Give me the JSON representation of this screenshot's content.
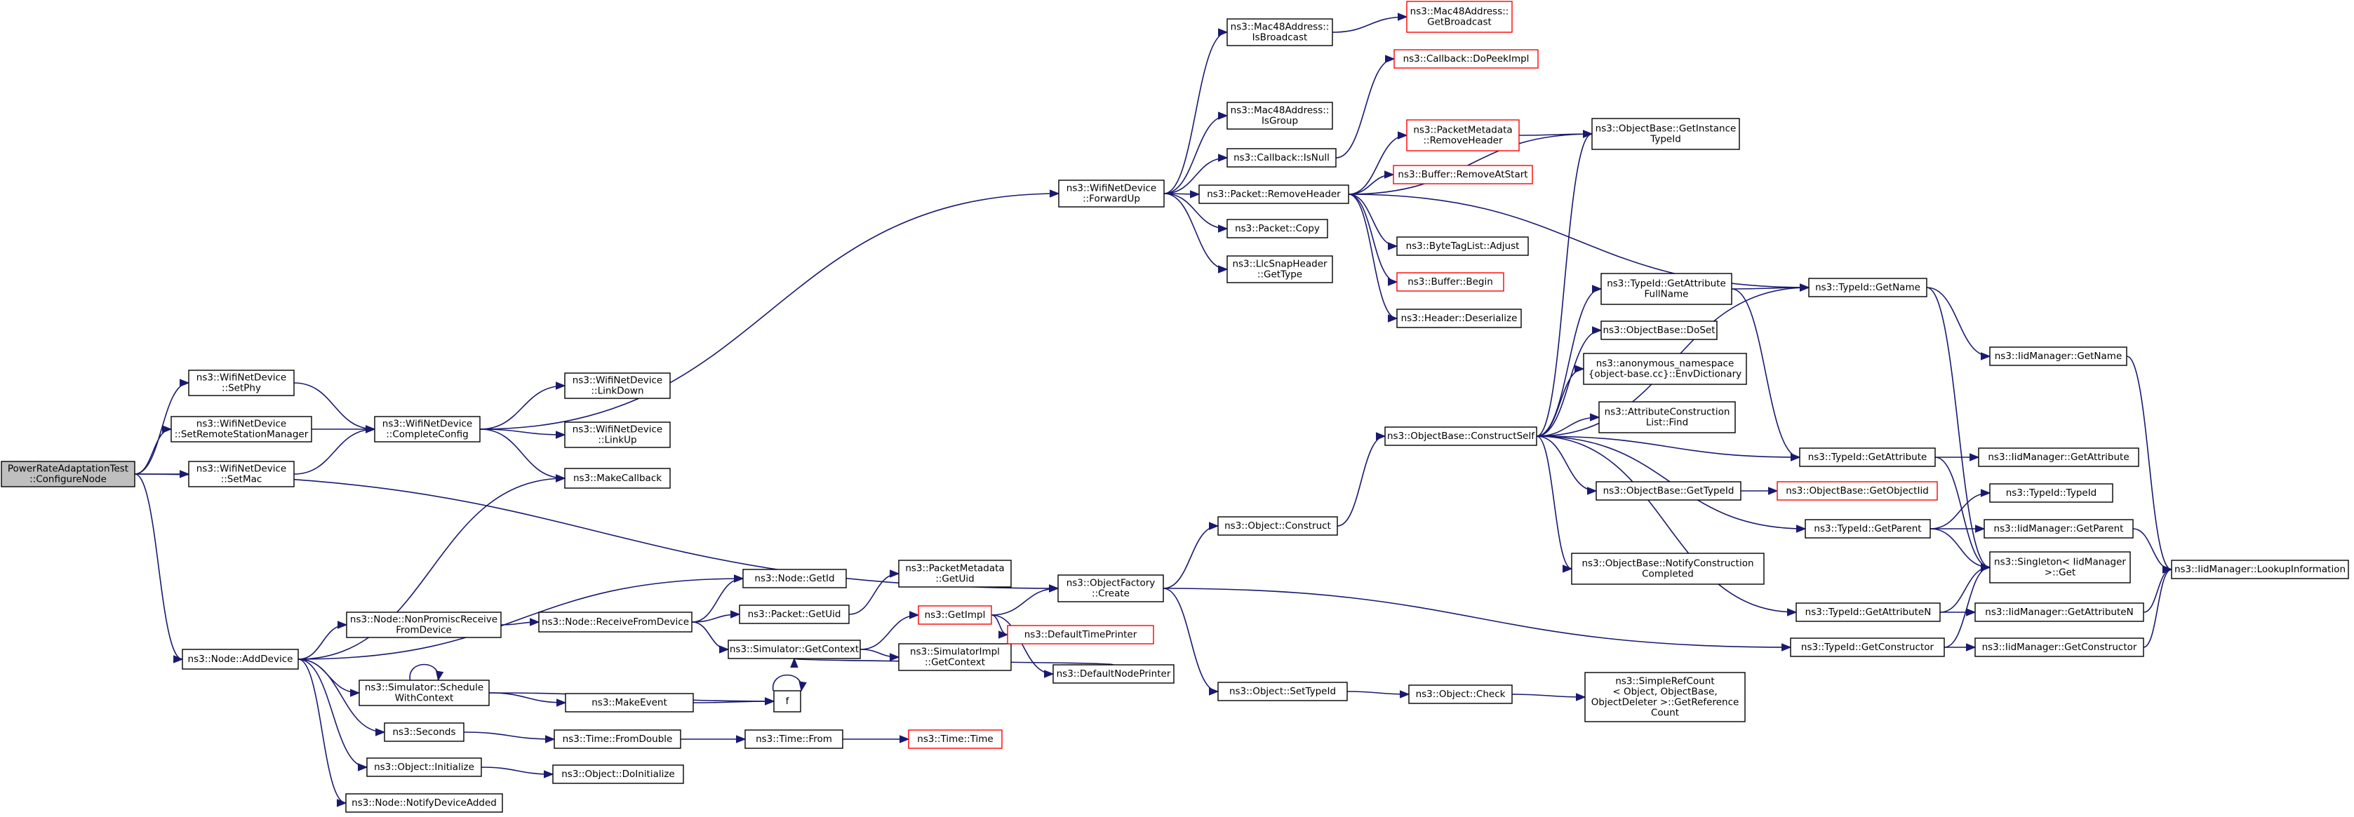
{
  "nodes": [
    {
      "id": "root",
      "lines": [
        "PowerRateAdaptationTest",
        "::ConfigureNode"
      ],
      "type": "root"
    },
    {
      "id": "setphy",
      "lines": [
        "ns3::WifiNetDevice",
        "::SetPhy"
      ]
    },
    {
      "id": "setrsm",
      "lines": [
        "ns3::WifiNetDevice",
        "::SetRemoteStationManager"
      ]
    },
    {
      "id": "setmac",
      "lines": [
        "ns3::WifiNetDevice",
        "::SetMac"
      ]
    },
    {
      "id": "complete",
      "lines": [
        "ns3::WifiNetDevice",
        "::CompleteConfig"
      ]
    },
    {
      "id": "linkdown",
      "lines": [
        "ns3::WifiNetDevice",
        "::LinkDown"
      ]
    },
    {
      "id": "linkup",
      "lines": [
        "ns3::WifiNetDevice",
        "::LinkUp"
      ]
    },
    {
      "id": "makecb",
      "lines": [
        "ns3::MakeCallback"
      ]
    },
    {
      "id": "adddevice",
      "lines": [
        "ns3::Node::AddDevice"
      ]
    },
    {
      "id": "nonprom",
      "lines": [
        "ns3::Node::NonPromiscReceive",
        "FromDevice"
      ]
    },
    {
      "id": "schedctx",
      "lines": [
        "ns3::Simulator::Schedule",
        "WithContext"
      ]
    },
    {
      "id": "seconds",
      "lines": [
        "ns3::Seconds"
      ]
    },
    {
      "id": "objinit",
      "lines": [
        "ns3::Object::Initialize"
      ]
    },
    {
      "id": "notifyadded",
      "lines": [
        "ns3::Node::NotifyDeviceAdded"
      ]
    },
    {
      "id": "recvfrom",
      "lines": [
        "ns3::Node::ReceiveFromDevice"
      ]
    },
    {
      "id": "getid",
      "lines": [
        "ns3::Node::GetId"
      ]
    },
    {
      "id": "pktgetuid",
      "lines": [
        "ns3::Packet::GetUid"
      ]
    },
    {
      "id": "simgetctx",
      "lines": [
        "ns3::Simulator::GetContext"
      ]
    },
    {
      "id": "makeevent",
      "lines": [
        "ns3::MakeEvent"
      ]
    },
    {
      "id": "f",
      "lines": [
        "f"
      ]
    },
    {
      "id": "fromdouble",
      "lines": [
        "ns3::Time::FromDouble"
      ]
    },
    {
      "id": "doinit",
      "lines": [
        "ns3::Object::DoInitialize"
      ]
    },
    {
      "id": "pmgetuid",
      "lines": [
        "ns3::PacketMetadata",
        "::GetUid"
      ]
    },
    {
      "id": "getimpl",
      "lines": [
        "ns3::GetImpl"
      ],
      "type": "red"
    },
    {
      "id": "simimplctx",
      "lines": [
        "ns3::SimulatorImpl",
        "::GetContext"
      ]
    },
    {
      "id": "timefrom",
      "lines": [
        "ns3::Time::From"
      ]
    },
    {
      "id": "deftime",
      "lines": [
        "ns3::DefaultTimePrinter"
      ],
      "type": "red"
    },
    {
      "id": "defnode",
      "lines": [
        "ns3::DefaultNodePrinter"
      ]
    },
    {
      "id": "timetime",
      "lines": [
        "ns3::Time::Time"
      ],
      "type": "red"
    },
    {
      "id": "forwardup",
      "lines": [
        "ns3::WifiNetDevice",
        "::ForwardUp"
      ]
    },
    {
      "id": "objfactory",
      "lines": [
        "ns3::ObjectFactory",
        "::Create"
      ]
    },
    {
      "id": "macisbc",
      "lines": [
        "ns3::Mac48Address::",
        "IsBroadcast"
      ]
    },
    {
      "id": "macisgroup",
      "lines": [
        "ns3::Mac48Address::",
        "IsGroup"
      ]
    },
    {
      "id": "cbisnull",
      "lines": [
        "ns3::Callback::IsNull"
      ]
    },
    {
      "id": "rmheader",
      "lines": [
        "ns3::Packet::RemoveHeader"
      ]
    },
    {
      "id": "pktcopy",
      "lines": [
        "ns3::Packet::Copy"
      ]
    },
    {
      "id": "llcgettype",
      "lines": [
        "ns3::LlcSnapHeader",
        "::GetType"
      ]
    },
    {
      "id": "objconstruct",
      "lines": [
        "ns3::Object::Construct"
      ]
    },
    {
      "id": "objsettypeid",
      "lines": [
        "ns3::Object::SetTypeId"
      ]
    },
    {
      "id": "macgetbc",
      "lines": [
        "ns3::Mac48Address::",
        "GetBroadcast"
      ],
      "type": "red"
    },
    {
      "id": "cbdopeek",
      "lines": [
        "ns3::Callback::DoPeekImpl"
      ],
      "type": "red"
    },
    {
      "id": "pmrmheader",
      "lines": [
        "ns3::PacketMetadata",
        "::RemoveHeader"
      ],
      "type": "red"
    },
    {
      "id": "bufrmstart",
      "lines": [
        "ns3::Buffer::RemoveAtStart"
      ],
      "type": "red"
    },
    {
      "id": "btladjust",
      "lines": [
        "ns3::ByteTagList::Adjust"
      ]
    },
    {
      "id": "bufbegin",
      "lines": [
        "ns3::Buffer::Begin"
      ],
      "type": "red"
    },
    {
      "id": "hdrdeser",
      "lines": [
        "ns3::Header::Deserialize"
      ]
    },
    {
      "id": "constructself",
      "lines": [
        "ns3::ObjectBase::ConstructSelf"
      ]
    },
    {
      "id": "objcheck",
      "lines": [
        "ns3::Object::Check"
      ]
    },
    {
      "id": "getinsttid",
      "lines": [
        "ns3::ObjectBase::GetInstance",
        "TypeId"
      ]
    },
    {
      "id": "tidgetattrfull",
      "lines": [
        "ns3::TypeId::GetAttribute",
        "FullName"
      ]
    },
    {
      "id": "obdoset",
      "lines": [
        "ns3::ObjectBase::DoSet"
      ]
    },
    {
      "id": "envdict",
      "lines": [
        "ns3::anonymous_namespace",
        "{object-base.cc}::EnvDictionary"
      ]
    },
    {
      "id": "acfind",
      "lines": [
        "ns3::AttributeConstruction",
        "List::Find"
      ]
    },
    {
      "id": "obgettid",
      "lines": [
        "ns3::ObjectBase::GetTypeId"
      ]
    },
    {
      "id": "obnotify",
      "lines": [
        "ns3::ObjectBase::NotifyConstruction",
        "Completed"
      ]
    },
    {
      "id": "simplerefcount",
      "lines": [
        "ns3::SimpleRefCount",
        "< Object, ObjectBase,",
        "ObjectDeleter >::GetReference",
        "Count"
      ]
    },
    {
      "id": "obgetobjtid",
      "lines": [
        "ns3::ObjectBase::GetObjectIid"
      ],
      "type": "red"
    },
    {
      "id": "tidgetname",
      "lines": [
        "ns3::TypeId::GetName"
      ]
    },
    {
      "id": "tidgetattr",
      "lines": [
        "ns3::TypeId::GetAttribute"
      ]
    },
    {
      "id": "tidgetparent",
      "lines": [
        "ns3::TypeId::GetParent"
      ]
    },
    {
      "id": "tidgetattrn",
      "lines": [
        "ns3::TypeId::GetAttributeN"
      ]
    },
    {
      "id": "tidgetctor",
      "lines": [
        "ns3::TypeId::GetConstructor"
      ]
    },
    {
      "id": "iidgetname",
      "lines": [
        "ns3::IidManager::GetName"
      ]
    },
    {
      "id": "iidgetattr",
      "lines": [
        "ns3::IidManager::GetAttribute"
      ]
    },
    {
      "id": "tidtypeid",
      "lines": [
        "ns3::TypeId::TypeId"
      ]
    },
    {
      "id": "iidgetparent",
      "lines": [
        "ns3::IidManager::GetParent"
      ]
    },
    {
      "id": "singleton",
      "lines": [
        "ns3::Singleton< IidManager",
        ">::Get"
      ]
    },
    {
      "id": "iidgetattrn",
      "lines": [
        "ns3::IidManager::GetAttributeN"
      ]
    },
    {
      "id": "iidgetctor",
      "lines": [
        "ns3::IidManager::GetConstructor"
      ]
    },
    {
      "id": "iidlookup",
      "lines": [
        "ns3::IidManager::LookupInformation"
      ]
    }
  ],
  "edges": [
    [
      "root",
      "setphy"
    ],
    [
      "root",
      "setrsm"
    ],
    [
      "root",
      "setmac"
    ],
    [
      "root",
      "adddevice"
    ],
    [
      "root",
      "objfactory"
    ],
    [
      "setphy",
      "complete"
    ],
    [
      "setrsm",
      "complete"
    ],
    [
      "setmac",
      "complete"
    ],
    [
      "complete",
      "forwardup"
    ],
    [
      "complete",
      "linkdown"
    ],
    [
      "complete",
      "linkup"
    ],
    [
      "complete",
      "makecb"
    ],
    [
      "adddevice",
      "makecb"
    ],
    [
      "adddevice",
      "getid"
    ],
    [
      "adddevice",
      "nonprom"
    ],
    [
      "adddevice",
      "schedctx"
    ],
    [
      "adddevice",
      "seconds"
    ],
    [
      "adddevice",
      "objinit"
    ],
    [
      "adddevice",
      "notifyadded"
    ],
    [
      "nonprom",
      "recvfrom"
    ],
    [
      "recvfrom",
      "getid"
    ],
    [
      "recvfrom",
      "pktgetuid"
    ],
    [
      "recvfrom",
      "simgetctx"
    ],
    [
      "pktgetuid",
      "pmgetuid"
    ],
    [
      "simgetctx",
      "getimpl"
    ],
    [
      "simgetctx",
      "simimplctx"
    ],
    [
      "getimpl",
      "objfactory"
    ],
    [
      "getimpl",
      "deftime"
    ],
    [
      "getimpl",
      "defnode"
    ],
    [
      "defnode",
      "simgetctx"
    ],
    [
      "schedctx",
      "schedctx"
    ],
    [
      "schedctx",
      "makeevent"
    ],
    [
      "schedctx",
      "f"
    ],
    [
      "makeevent",
      "f"
    ],
    [
      "f",
      "f"
    ],
    [
      "seconds",
      "fromdouble"
    ],
    [
      "fromdouble",
      "timefrom"
    ],
    [
      "timefrom",
      "timetime"
    ],
    [
      "objinit",
      "doinit"
    ],
    [
      "forwardup",
      "macisbc"
    ],
    [
      "forwardup",
      "macisgroup"
    ],
    [
      "forwardup",
      "cbisnull"
    ],
    [
      "forwardup",
      "rmheader"
    ],
    [
      "forwardup",
      "pktcopy"
    ],
    [
      "forwardup",
      "llcgettype"
    ],
    [
      "macisbc",
      "macgetbc"
    ],
    [
      "cbisnull",
      "cbdopeek"
    ],
    [
      "rmheader",
      "getinsttid"
    ],
    [
      "rmheader",
      "pmrmheader"
    ],
    [
      "rmheader",
      "bufrmstart"
    ],
    [
      "rmheader",
      "btladjust"
    ],
    [
      "rmheader",
      "bufbegin"
    ],
    [
      "rmheader",
      "hdrdeser"
    ],
    [
      "rmheader",
      "tidgetname"
    ],
    [
      "pmrmheader",
      "getinsttid"
    ],
    [
      "objfactory",
      "objconstruct"
    ],
    [
      "objfactory",
      "objsettypeid"
    ],
    [
      "objfactory",
      "tidgetctor"
    ],
    [
      "objconstruct",
      "constructself"
    ],
    [
      "objsettypeid",
      "objcheck"
    ],
    [
      "objcheck",
      "simplerefcount"
    ],
    [
      "constructself",
      "getinsttid"
    ],
    [
      "constructself",
      "tidgetname"
    ],
    [
      "constructself",
      "tidgetattrfull"
    ],
    [
      "constructself",
      "obdoset"
    ],
    [
      "constructself",
      "envdict"
    ],
    [
      "constructself",
      "acfind"
    ],
    [
      "constructself",
      "tidgetattr"
    ],
    [
      "constructself",
      "obgettid"
    ],
    [
      "constructself",
      "tidgetparent"
    ],
    [
      "constructself",
      "obnotify"
    ],
    [
      "constructself",
      "tidgetattrn"
    ],
    [
      "obgettid",
      "obgetobjtid"
    ],
    [
      "tidgetattrfull",
      "tidgetname"
    ],
    [
      "tidgetattrfull",
      "tidgetattr"
    ],
    [
      "tidgetname",
      "iidgetname"
    ],
    [
      "tidgetname",
      "singleton"
    ],
    [
      "tidgetattr",
      "iidgetattr"
    ],
    [
      "tidgetattr",
      "singleton"
    ],
    [
      "tidgetparent",
      "tidtypeid"
    ],
    [
      "tidgetparent",
      "iidgetparent"
    ],
    [
      "tidgetparent",
      "singleton"
    ],
    [
      "tidgetattrn",
      "singleton"
    ],
    [
      "tidgetattrn",
      "iidgetattrn"
    ],
    [
      "tidgetctor",
      "singleton"
    ],
    [
      "tidgetctor",
      "iidgetctor"
    ],
    [
      "iidgetname",
      "iidlookup"
    ],
    [
      "iidgetparent",
      "iidlookup"
    ],
    [
      "iidgetattrn",
      "iidlookup"
    ],
    [
      "iidgetctor",
      "iidlookup"
    ]
  ]
}
